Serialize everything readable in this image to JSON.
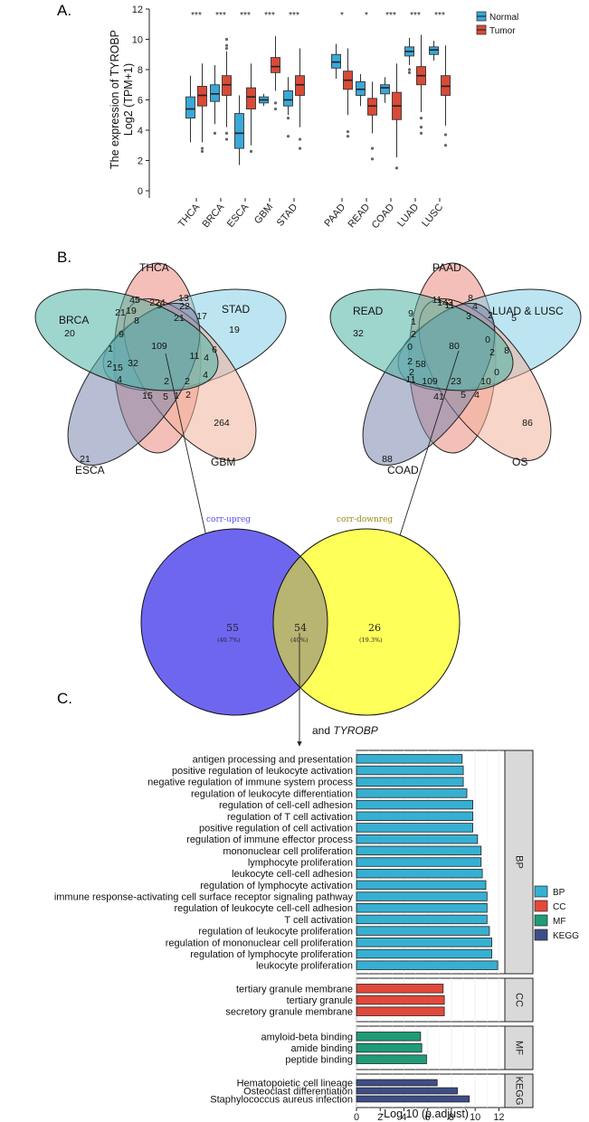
{
  "panels": {
    "a": "A.",
    "b": "B.",
    "c": "C."
  },
  "colors": {
    "normal": "#3aa8d8",
    "tumor": "#d94a37",
    "BP": "#36b0d2",
    "CC": "#e2493a",
    "MF": "#1f9b78",
    "KEGG": "#3e4e86",
    "venn_up": "#6f66f0",
    "venn_down": "#ffff59",
    "venn_overlap": "#b8b472"
  },
  "chart_data": [
    {
      "type": "box",
      "ylabel": "The expression of TYROBP",
      "ylabel2": "Log2 (TPM+1)",
      "ylim": [
        0,
        12
      ],
      "yticks": [
        0,
        2,
        4,
        6,
        8,
        10,
        12
      ],
      "legend": {
        "position": "top-right",
        "entries": [
          "Normal",
          "Tumor"
        ]
      },
      "categories": [
        "THCA",
        "BRCA",
        "ESCA",
        "GBM",
        "STAD",
        "PAAD",
        "READ",
        "COAD",
        "LUAD",
        "LUSC"
      ],
      "significance": [
        "***",
        "***",
        "***",
        "***",
        "***",
        "*",
        "*",
        "***",
        "***",
        "***"
      ],
      "series": [
        {
          "name": "Normal",
          "boxes": [
            {
              "min": 3.2,
              "q1": 4.8,
              "median": 5.4,
              "q3": 6.2,
              "max": 7.6,
              "outliers": []
            },
            {
              "min": 4.4,
              "q1": 5.9,
              "median": 6.4,
              "q3": 7.0,
              "max": 8.3,
              "outliers": [
                3.8
              ]
            },
            {
              "min": 1.7,
              "q1": 2.8,
              "median": 3.8,
              "q3": 5.1,
              "max": 6.3,
              "outliers": []
            },
            {
              "min": 5.6,
              "q1": 5.8,
              "median": 6.0,
              "q3": 6.2,
              "max": 6.4,
              "outliers": []
            },
            {
              "min": 5.0,
              "q1": 5.6,
              "median": 6.0,
              "q3": 6.6,
              "max": 7.5,
              "outliers": [
                4.8,
                3.6
              ]
            },
            {
              "min": 7.4,
              "q1": 8.1,
              "median": 8.5,
              "q3": 9.0,
              "max": 9.7,
              "outliers": []
            },
            {
              "min": 5.6,
              "q1": 6.3,
              "median": 6.7,
              "q3": 7.2,
              "max": 7.7,
              "outliers": []
            },
            {
              "min": 5.8,
              "q1": 6.4,
              "median": 6.8,
              "q3": 7.0,
              "max": 7.5,
              "outliers": []
            },
            {
              "min": 8.3,
              "q1": 8.9,
              "median": 9.2,
              "q3": 9.5,
              "max": 10.1,
              "outliers": [
                7.8,
                8.0
              ]
            },
            {
              "min": 8.6,
              "q1": 9.0,
              "median": 9.3,
              "q3": 9.5,
              "max": 9.9,
              "outliers": []
            }
          ]
        },
        {
          "name": "Tumor",
          "boxes": [
            {
              "min": 3.2,
              "q1": 5.6,
              "median": 6.3,
              "q3": 6.9,
              "max": 8.4,
              "outliers": [
                2.8,
                2.6
              ]
            },
            {
              "min": 4.2,
              "q1": 6.3,
              "median": 7.0,
              "q3": 7.6,
              "max": 9.2,
              "outliers": [
                10.0,
                9.6,
                9.4,
                3.8,
                3.4
              ]
            },
            {
              "min": 3.0,
              "q1": 5.4,
              "median": 6.2,
              "q3": 6.8,
              "max": 8.4,
              "outliers": [
                2.6
              ]
            },
            {
              "min": 6.6,
              "q1": 7.8,
              "median": 8.2,
              "q3": 8.8,
              "max": 10.2,
              "outliers": [
                5.8,
                5.4
              ]
            },
            {
              "min": 4.2,
              "q1": 6.3,
              "median": 7.0,
              "q3": 7.6,
              "max": 9.4,
              "outliers": [
                3.4,
                2.8
              ]
            },
            {
              "min": 5.0,
              "q1": 6.7,
              "median": 7.3,
              "q3": 7.9,
              "max": 9.4,
              "outliers": [
                3.9,
                3.6
              ]
            },
            {
              "min": 3.8,
              "q1": 5.0,
              "median": 5.6,
              "q3": 6.1,
              "max": 7.2,
              "outliers": [
                2.8,
                2.1
              ]
            },
            {
              "min": 2.2,
              "q1": 4.7,
              "median": 5.6,
              "q3": 6.5,
              "max": 8.4,
              "outliers": [
                1.5
              ]
            },
            {
              "min": 5.2,
              "q1": 7.0,
              "median": 7.6,
              "q3": 8.2,
              "max": 10.3,
              "outliers": [
                4.8,
                4.2,
                3.8
              ]
            },
            {
              "min": 4.3,
              "q1": 6.3,
              "median": 6.9,
              "q3": 7.6,
              "max": 9.6,
              "outliers": [
                3.7,
                3.0
              ]
            }
          ]
        }
      ]
    },
    {
      "type": "venn",
      "sets": [
        "THCA",
        "STAD",
        "GBM",
        "ESCA",
        "BRCA"
      ],
      "region_counts": [
        "224",
        "19",
        "264",
        "21",
        "20",
        "109",
        "45",
        "13",
        "22",
        "17",
        "21",
        "9",
        "19",
        "8",
        "21",
        "9",
        "1",
        "32",
        "15",
        "4",
        "2",
        "2",
        "11",
        "4",
        "6",
        "4",
        "15",
        "5",
        "1",
        "2",
        "2"
      ]
    },
    {
      "type": "venn",
      "sets": [
        "PAAD",
        "LUAD & LUSC",
        "OS",
        "COAD",
        "READ"
      ],
      "region_counts": [
        "143",
        "5",
        "86",
        "88",
        "32",
        "80",
        "11",
        "8",
        "4",
        "2",
        "11",
        "3",
        "9",
        "1",
        "2",
        "0",
        "2",
        "58",
        "11",
        "2",
        "109",
        "41",
        "5",
        "4",
        "23",
        "10",
        "0",
        "8",
        "0",
        "2"
      ]
    },
    {
      "type": "venn",
      "sets": [
        "corr-upreg",
        "corr-downreg"
      ],
      "regions": [
        {
          "count": "55",
          "pct": "(40.7%)"
        },
        {
          "count": "54",
          "pct": "(40%)"
        },
        {
          "count": "26",
          "pct": "(19.3%)"
        }
      ]
    },
    {
      "type": "bar",
      "orientation": "horizontal",
      "xlabel": "-Log 10 (p.adjust)",
      "xlim": [
        0,
        12.5
      ],
      "xticks": [
        0,
        2,
        4,
        6,
        8,
        10,
        12
      ],
      "legend": {
        "position": "right",
        "entries": [
          "BP",
          "CC",
          "MF",
          "KEGG"
        ]
      },
      "facets": [
        {
          "name": "BP",
          "terms": [
            "antigen processing and presentation",
            "positive regulation of leukocyte activation",
            "negative regulation of immune system process",
            "regulation of leukocyte differentiation",
            "regulation of cell-cell adhesion",
            "regulation of T cell activation",
            "positive regulation of cell activation",
            "regulation of immune effector process",
            "mononuclear cell proliferation",
            "lymphocyte proliferation",
            "leukocyte cell-cell adhesion",
            "regulation of lymphocyte activation",
            "immune response-activating cell surface receptor signaling pathway",
            "regulation of leukocyte cell-cell adhesion",
            "T cell activation",
            "regulation of leukocyte proliferation",
            "regulation of mononuclear cell proliferation",
            "regulation of lymphocyte proliferation",
            "leukocyte proliferation"
          ],
          "values": [
            8.9,
            9.0,
            9.0,
            9.3,
            9.8,
            9.8,
            9.8,
            10.2,
            10.5,
            10.5,
            10.6,
            10.9,
            11.0,
            11.0,
            11.0,
            11.2,
            11.4,
            11.4,
            11.9
          ]
        },
        {
          "name": "CC",
          "terms": [
            "tertiary granule membrane",
            "tertiary granule",
            "secretory granule membrane"
          ],
          "values": [
            7.3,
            7.4,
            7.4
          ]
        },
        {
          "name": "MF",
          "terms": [
            "amyloid-beta binding",
            "amide binding",
            "peptide binding"
          ],
          "values": [
            5.4,
            5.5,
            5.9
          ]
        },
        {
          "name": "KEGG",
          "terms": [
            "Hematopoietic cell lineage",
            "Osteoclast differentiation",
            "Staphylococcus aureus infection"
          ],
          "values": [
            6.8,
            8.5,
            9.5
          ]
        }
      ]
    }
  ],
  "annotation": {
    "prefix": "and ",
    "gene": "TYROBP"
  }
}
